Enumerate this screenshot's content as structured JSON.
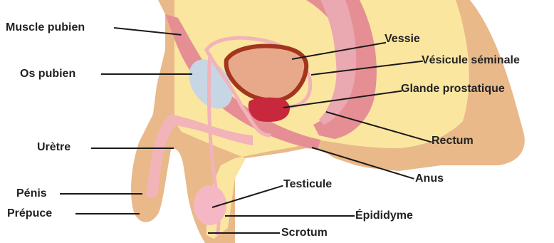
{
  "labels": {
    "muscle_pubien": "Muscle pubien",
    "os_pubien": "Os pubien",
    "uretre": "Urètre",
    "penis": "Pénis",
    "prepuce": "Prépuce",
    "vessie": "Vessie",
    "vesicule_seminale": "Vésicule séminale",
    "glande_prostatique": "Glande prostatique",
    "rectum": "Rectum",
    "anus": "Anus",
    "testicule": "Testicule",
    "epididyme": "Épididyme",
    "scrotum": "Scrotum"
  },
  "colors": {
    "skin": "#e9b98a",
    "fat": "#fbe6a0",
    "muscle": "#e58f95",
    "bladder": "#e8a98a",
    "bladder_wall": "#a3351e",
    "prostate": "#c8283c",
    "bone": "#c6d6e4",
    "tube": "#f2b3b9",
    "testis": "#f6b7c4",
    "label_text": "#222222",
    "leader_line": "#1a1a1a"
  }
}
